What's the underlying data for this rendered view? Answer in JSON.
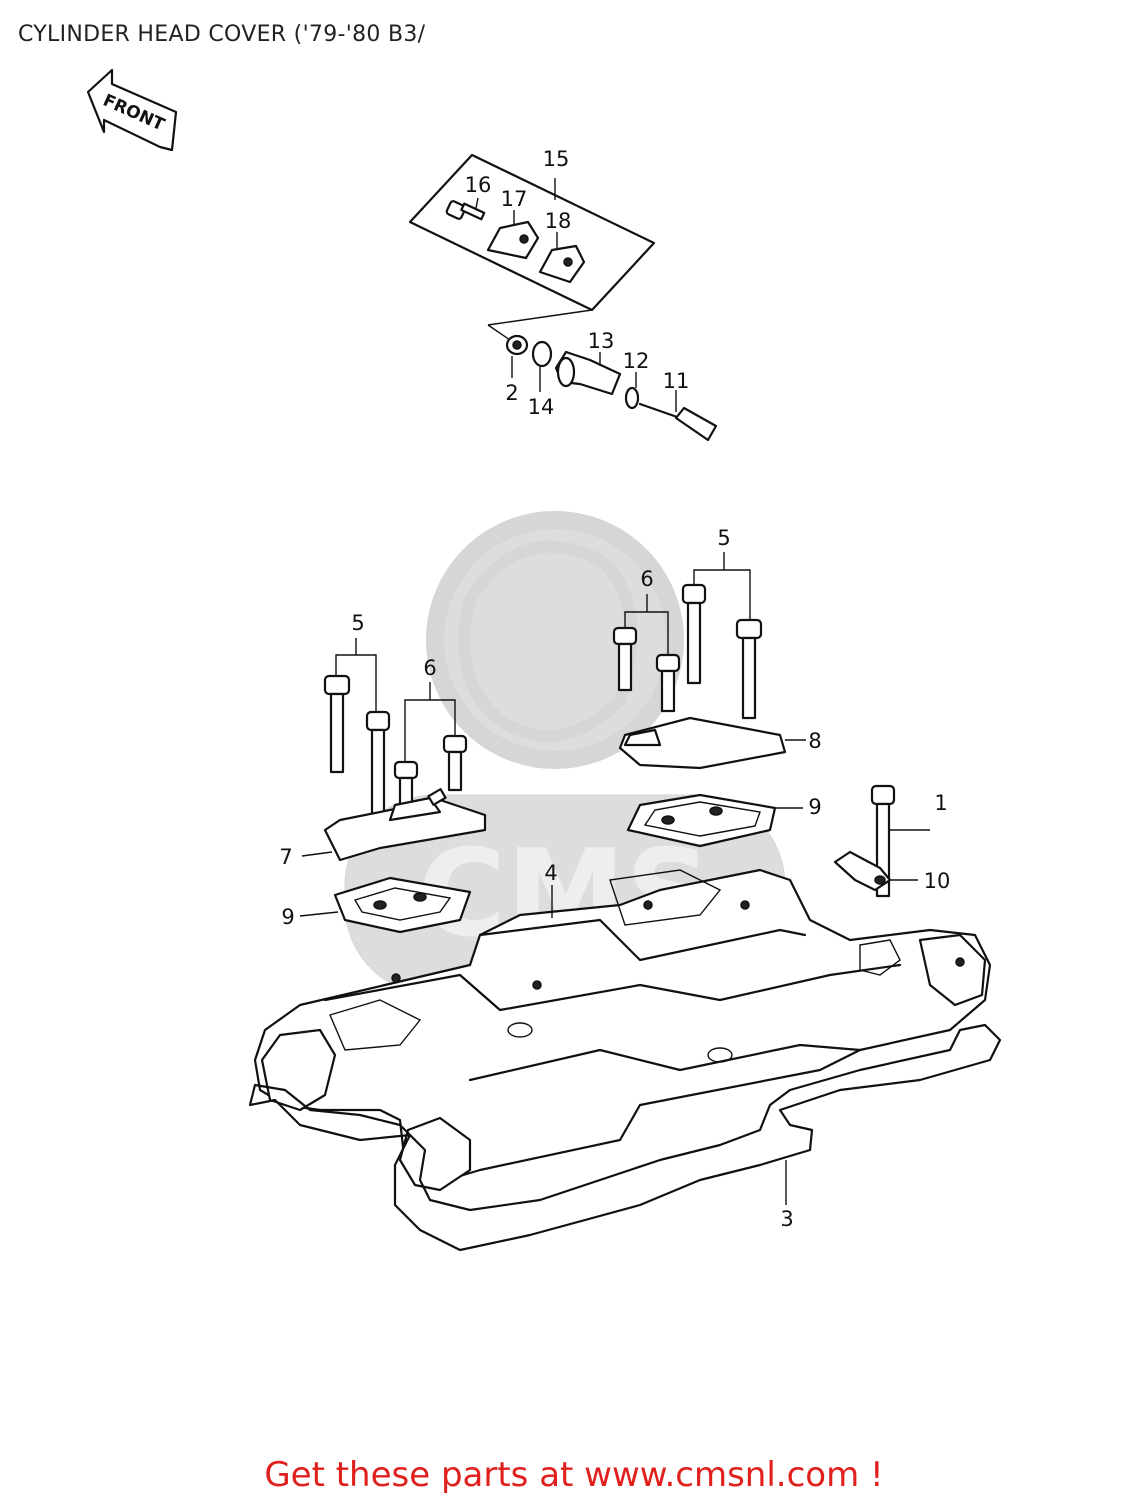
{
  "title": "CYLINDER HEAD COVER ('79-'80 B3/",
  "front_arrow_label": "FRONT",
  "watermark_text": "CMS",
  "callouts": {
    "c1": "1",
    "c2": "2",
    "c3": "3",
    "c4": "4",
    "c5a": "5",
    "c5b": "5",
    "c6a": "6",
    "c6b": "6",
    "c7": "7",
    "c8": "8",
    "c9a": "9",
    "c9b": "9",
    "c10": "10",
    "c11": "11",
    "c12": "12",
    "c13": "13",
    "c14": "14",
    "c15": "15",
    "c16": "16",
    "c17": "17",
    "c18": "18"
  },
  "footer": {
    "text": "Get these parts at www.cmsnl.com !"
  },
  "colors": {
    "footer_text": "#e0201c",
    "line_art": "#111111",
    "watermark": "#d8d8d8"
  }
}
